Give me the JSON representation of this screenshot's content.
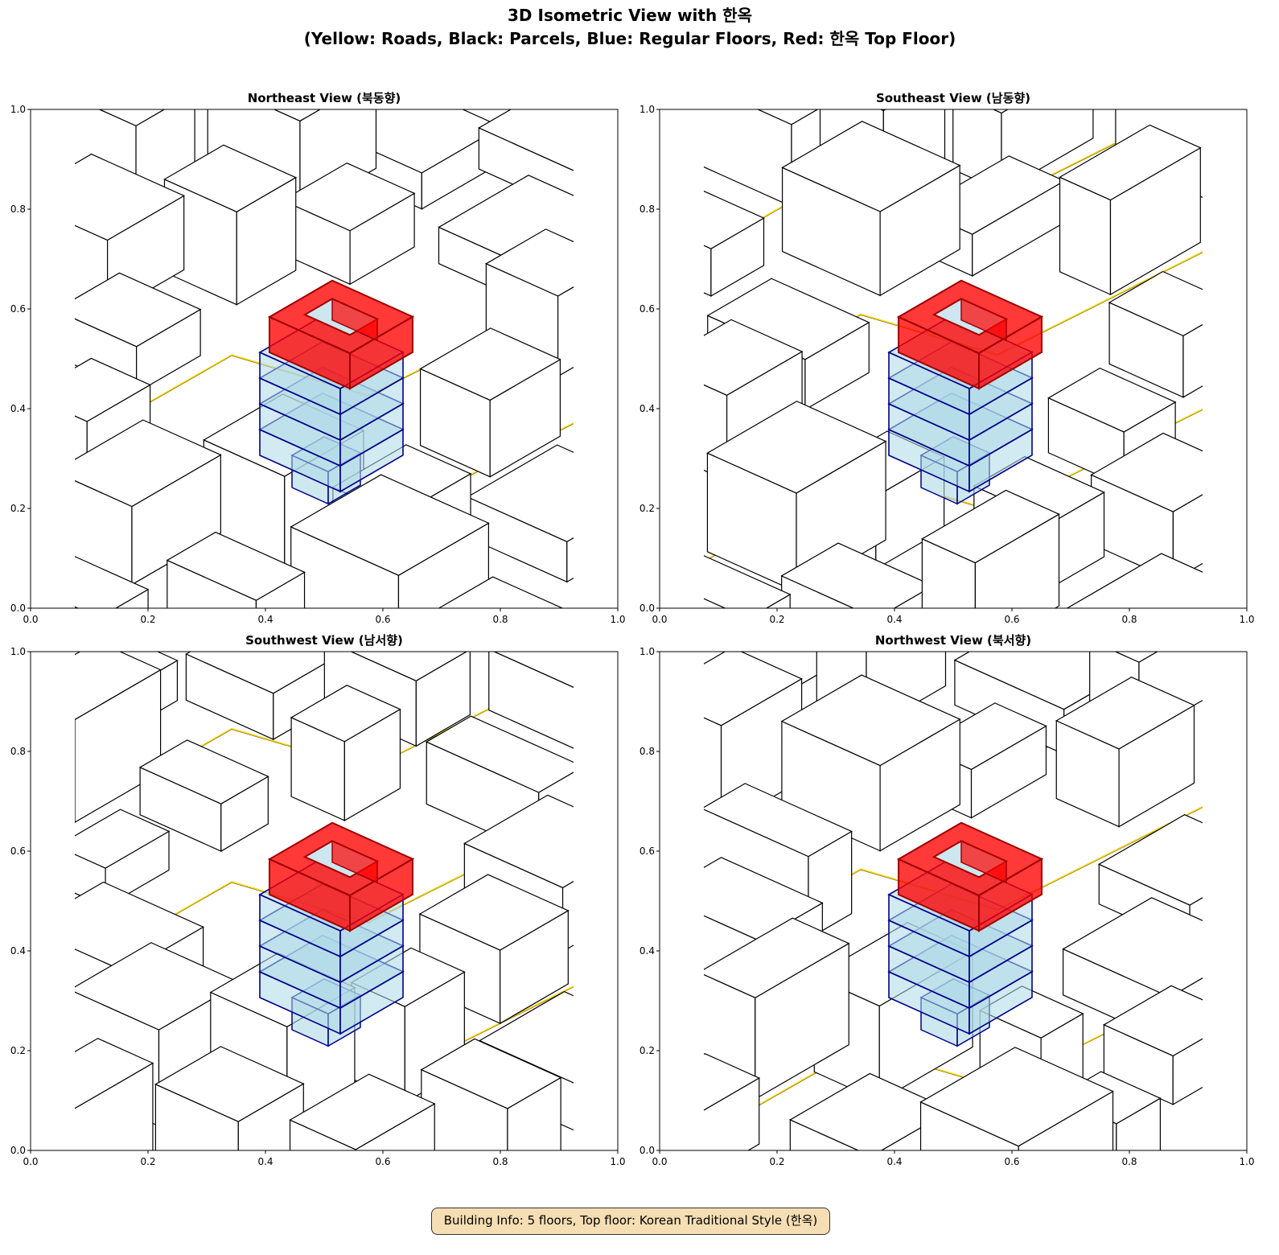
{
  "figure": {
    "title_line1": "3D Isometric View with 한옥",
    "title_line2": "(Yellow: Roads, Black: Parcels, Blue: Regular Floors, Red: 한옥 Top Floor)"
  },
  "panels": [
    {
      "title": "Northeast View (북동향)"
    },
    {
      "title": "Southeast View (남동향)"
    },
    {
      "title": "Southwest View (남서향)"
    },
    {
      "title": "Northwest View (북서향)"
    }
  ],
  "axes": {
    "xticks": [
      "0.0",
      "0.2",
      "0.4",
      "0.6",
      "0.8",
      "1.0"
    ],
    "yticks": [
      "0.0",
      "0.2",
      "0.4",
      "0.6",
      "0.8",
      "1.0"
    ],
    "xlim": [
      0,
      1
    ],
    "ylim": [
      0,
      1
    ]
  },
  "chart_data": {
    "type": "3d-isometric",
    "views": [
      "Northeast",
      "Southeast",
      "Southwest",
      "Northwest"
    ],
    "building": {
      "floors": 5,
      "regular_floors": 4,
      "top_floor": "hanok"
    },
    "colors": {
      "roads": "#ffd700",
      "parcels": "#000000",
      "regular_floors": "#add8e6",
      "floor_edges": "#00008b",
      "top_floor": "#ff0000"
    }
  },
  "info_box": "Building Info: 5 floors, Top floor: Korean Traditional Style (한옥)"
}
